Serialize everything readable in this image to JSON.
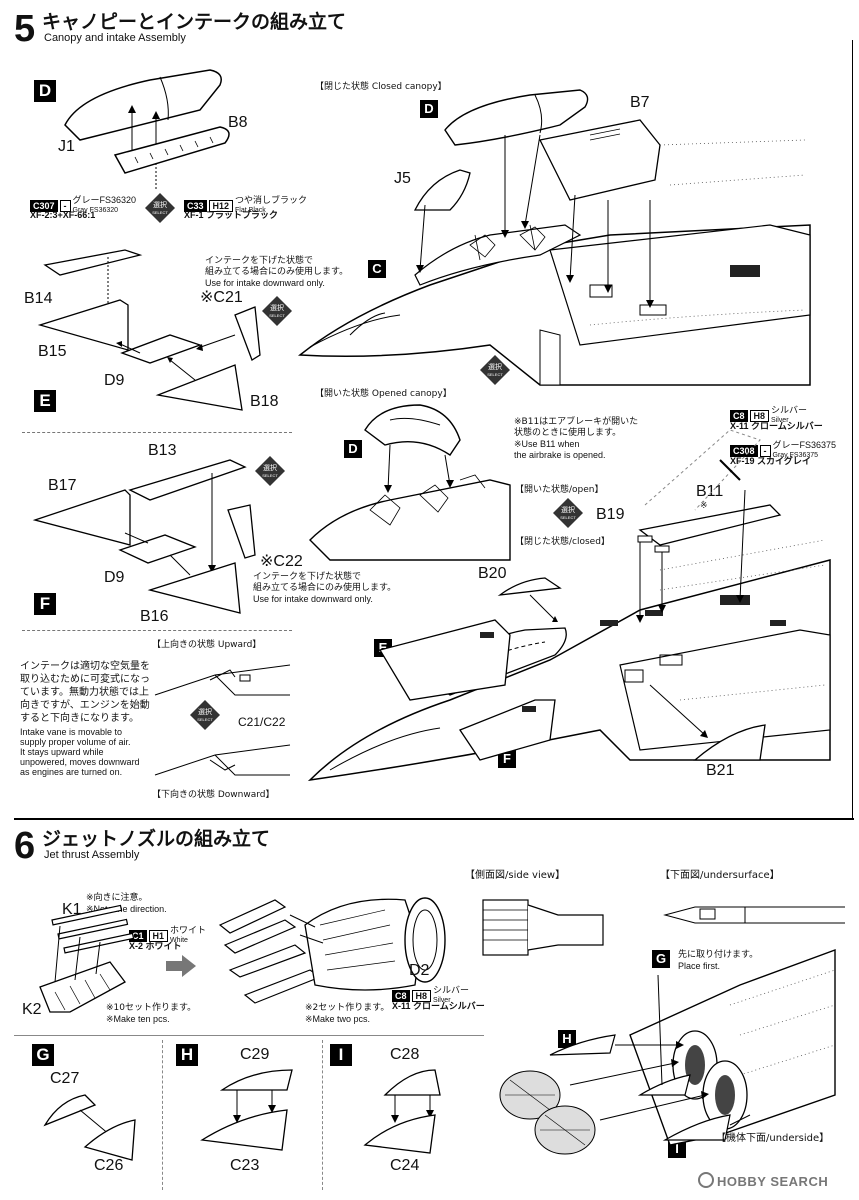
{
  "step5": {
    "number": "5",
    "title": "キャノピーとインテークの組み立て",
    "subtitle": "Canopy and intake Assembly"
  },
  "step6": {
    "number": "6",
    "title": "ジェットノズルの組み立て",
    "subtitle": "Jet thrust Assembly"
  },
  "markers": {
    "D": "D",
    "C": "C",
    "E": "E",
    "F": "F",
    "G": "G",
    "H": "H",
    "I": "I"
  },
  "select_label": {
    "jp": "選択",
    "en": "SELECT"
  },
  "parts": {
    "J1": "J1",
    "B8": "B8",
    "J5": "J5",
    "B7": "B7",
    "B14": "B14",
    "B15": "B15",
    "C21": "※C21",
    "D9": "D9",
    "B18": "B18",
    "B13": "B13",
    "B17": "B17",
    "C22": "※C22",
    "B16": "B16",
    "B19": "B19",
    "B11": "B11",
    "B11_note": "※",
    "B20": "B20",
    "B21": "B21",
    "C21C22": "C21/C22",
    "K1": "K1",
    "K2": "K2",
    "D2": "D2",
    "C29": "C29",
    "C28": "C28",
    "C27": "C27",
    "C26": "C26",
    "C23": "C23",
    "C24": "C24"
  },
  "paints": {
    "p1": {
      "code": "C307",
      "h": "-",
      "jp": "グレーFS36320",
      "en": "Gray FS36320",
      "mix": "XF-2:3+XF-66:1"
    },
    "p2": {
      "code": "C33",
      "h": "H12",
      "jp": "つや消しブラック",
      "en": "Flat Black",
      "xf": "XF-1 フラットブラック"
    },
    "p3": {
      "code": "C8",
      "h": "H8",
      "jp": "シルバー",
      "en": "Silver",
      "xf": "X-11 クロームシルバー"
    },
    "p4": {
      "code": "C308",
      "h": "-",
      "jp": "グレーFS36375",
      "en": "Gray FS36375",
      "xf": "XF-19 スカイグレイ"
    },
    "p5": {
      "code": "C1",
      "h": "H1",
      "jp": "ホワイト",
      "en": "White",
      "xf": "X-2 ホワイト"
    },
    "p6": {
      "code": "C8",
      "h": "H8",
      "jp": "シルバー",
      "en": "Silver",
      "xf": "X-11 クロームシルバー"
    }
  },
  "notes": {
    "intake_down_jp1": "インテークを下げた状態で",
    "intake_down_jp2": "組み立てる場合にのみ使用します。",
    "intake_down_en": "Use for intake downward only.",
    "closed_canopy": "【閉じた状態 Closed canopy】",
    "opened_canopy": "【開いた状態 Opened canopy】",
    "b11_jp1": "※B11はエアブレーキが開いた",
    "b11_jp2": "状態のときに使用します。",
    "b11_en1": "※Use B11 when",
    "b11_en2": "the airbrake is opened.",
    "open": "【開いた状態/open】",
    "closed": "【閉じた状態/closed】",
    "upward": "【上向きの状態 Upward】",
    "downward": "【下向きの状態 Downward】",
    "vane_jp": [
      "インテークは適切な空気量を",
      "取り込むために可変式になっ",
      "ています。無動力状態では上",
      "向きですが、エンジンを始動",
      "すると下向きになります。"
    ],
    "vane_en": [
      "Intake vane is movable to",
      "supply proper volume of air.",
      "It stays upward while",
      "unpowered, moves downward",
      "as engines are turned on."
    ],
    "k1_jp": "※向きに注意。",
    "k1_en": "※Note the direction.",
    "ten_jp": "※10セット作ります。",
    "ten_en": "※Make ten pcs.",
    "two_jp": "※2セット作ります。",
    "two_en": "※Make two pcs.",
    "side_view": "【側面図/side view】",
    "undersurface": "【下面図/undersurface】",
    "place_first_jp": "先に取り付けます。",
    "place_first_en": "Place first.",
    "underside": "【機体下面/underside】"
  },
  "watermark": "HOBBY SEARCH"
}
